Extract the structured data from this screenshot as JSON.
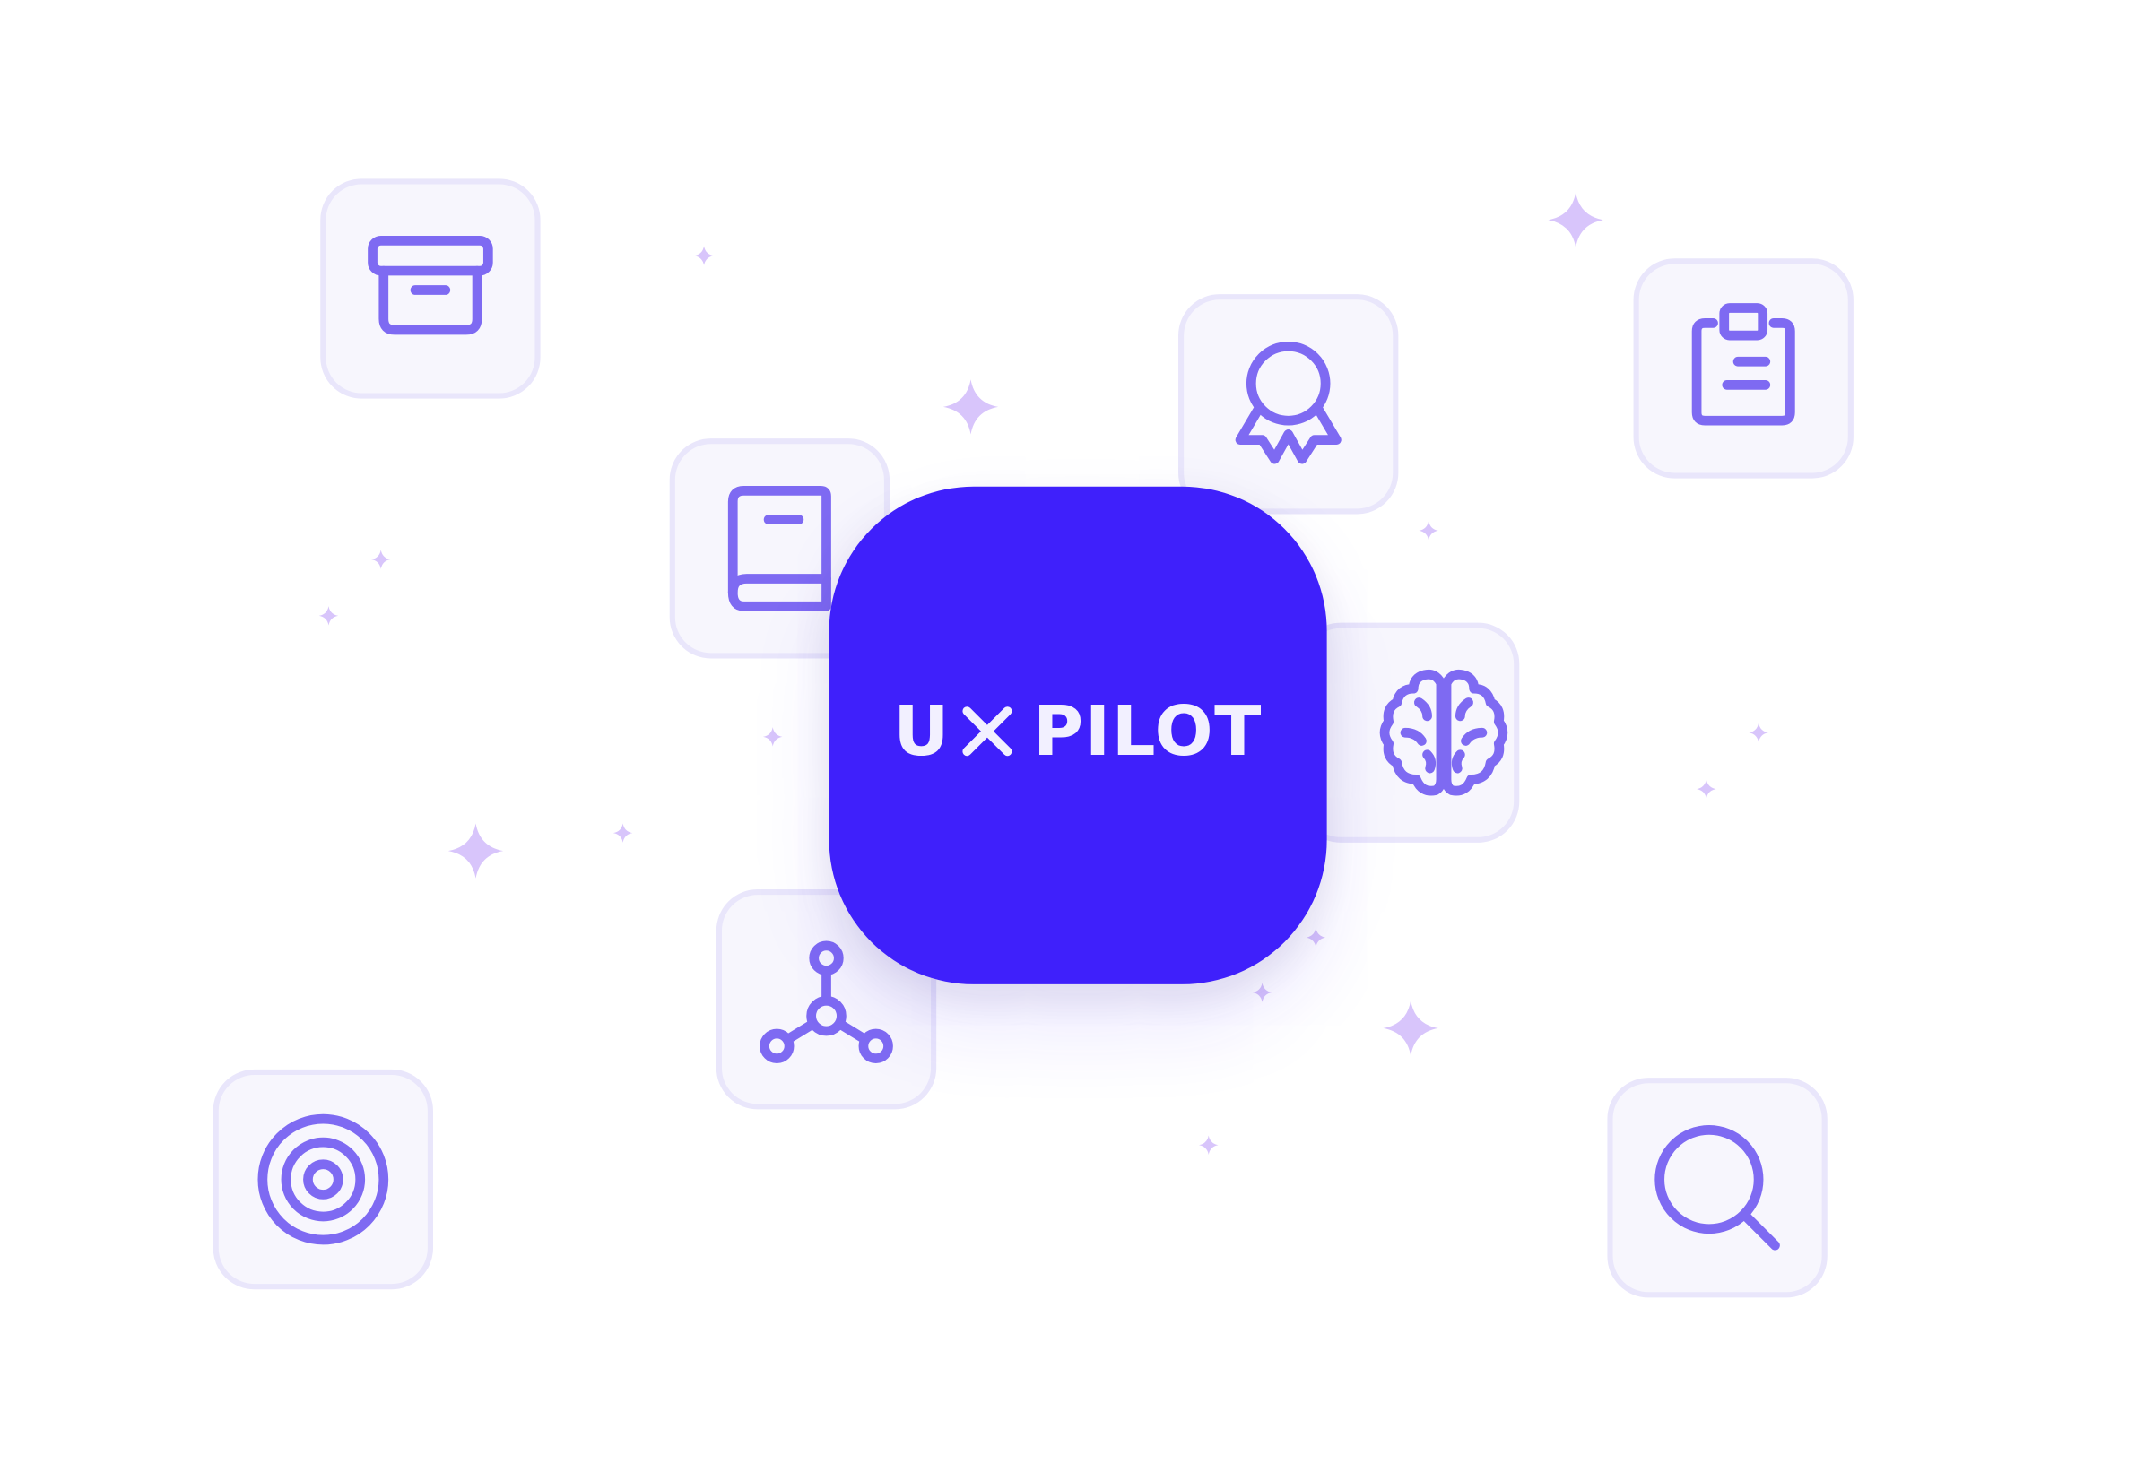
{
  "brand": {
    "name": "UX PILOT",
    "name_part_1": "U",
    "name_part_2": "PILOT",
    "card_color": "#3F20FB",
    "text_color": "#F2F0FF"
  },
  "palette": {
    "icon_stroke": "#7E6AF2",
    "tile_background": "#F7F6FD",
    "tile_border": "#E9E6FB",
    "sparkle": "#D8C5FB"
  },
  "icons": [
    "archive-box-icon",
    "book-icon",
    "award-ribbon-icon",
    "clipboard-icon",
    "brain-icon",
    "network-nodes-icon",
    "target-icon",
    "search-icon"
  ]
}
